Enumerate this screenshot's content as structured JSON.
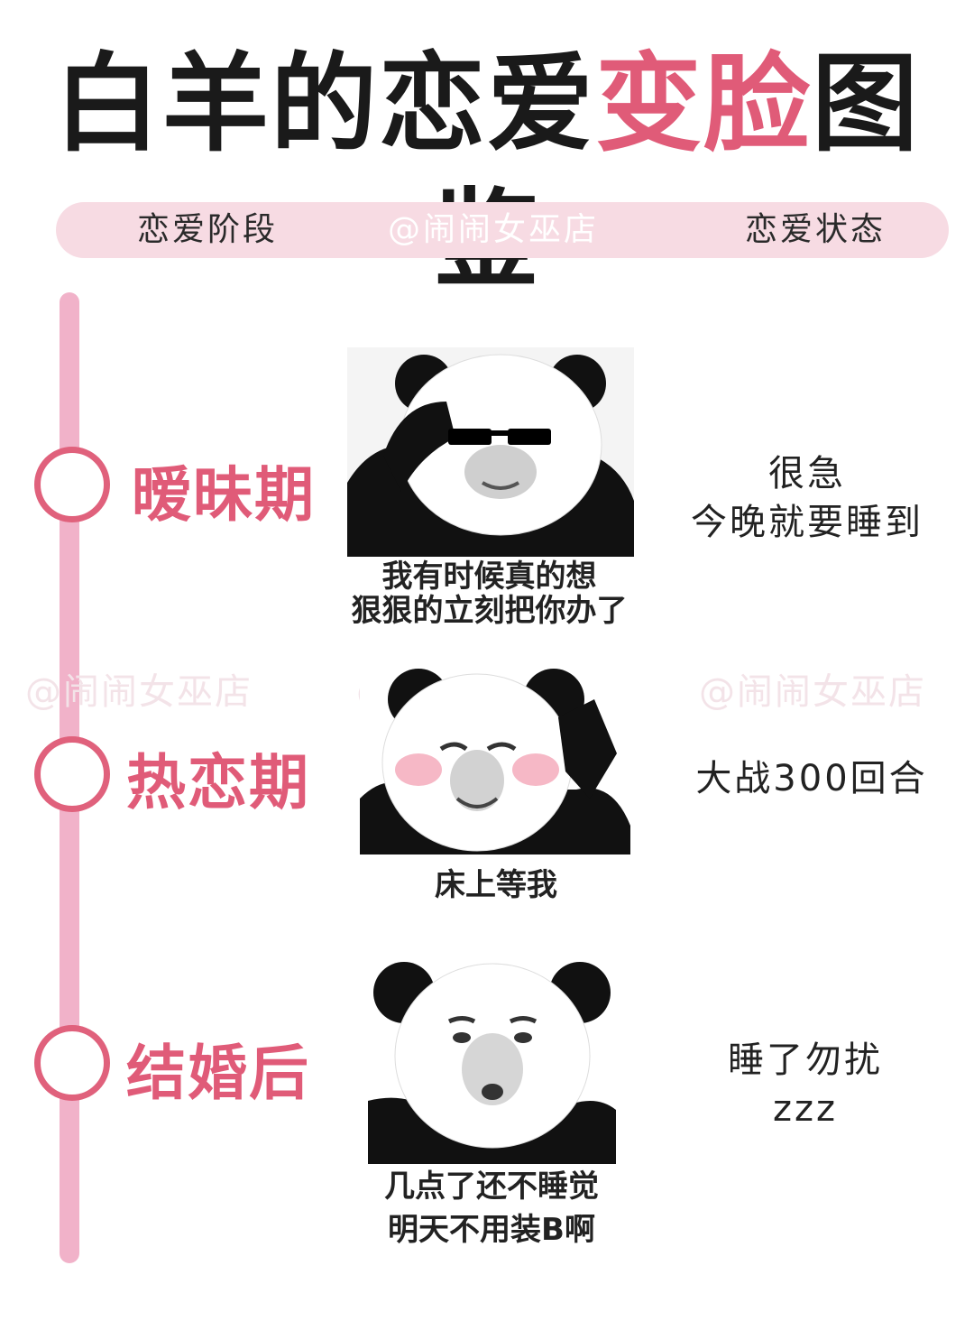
{
  "title": {
    "part1": "白羊的恋爱",
    "part2": "变脸",
    "part3": "图鉴"
  },
  "header": {
    "left": "恋爱阶段",
    "center": "@闹闹女巫店",
    "right": "恋爱状态"
  },
  "watermark": "@闹闹女巫店",
  "stages": [
    {
      "label": "暧昧期",
      "caption_line1": "我有时候真的想",
      "caption_line2": "狠狠的立刻把你办了",
      "status_line1": "很急",
      "status_line2": "今晚就要睡到"
    },
    {
      "label": "热恋期",
      "caption_line1": "床上等我",
      "status_line1": "大战300回合"
    },
    {
      "label": "结婚后",
      "caption_line1": "几点了还不睡觉",
      "caption_line2": "明天不用装B啊",
      "status_line1": "睡了勿扰",
      "status_line2": "zzz"
    }
  ],
  "colors": {
    "accent": "#e05b78",
    "timeline": "#f1b2c9",
    "header_bg": "#f7dbe3",
    "text": "#1a1a1a"
  }
}
